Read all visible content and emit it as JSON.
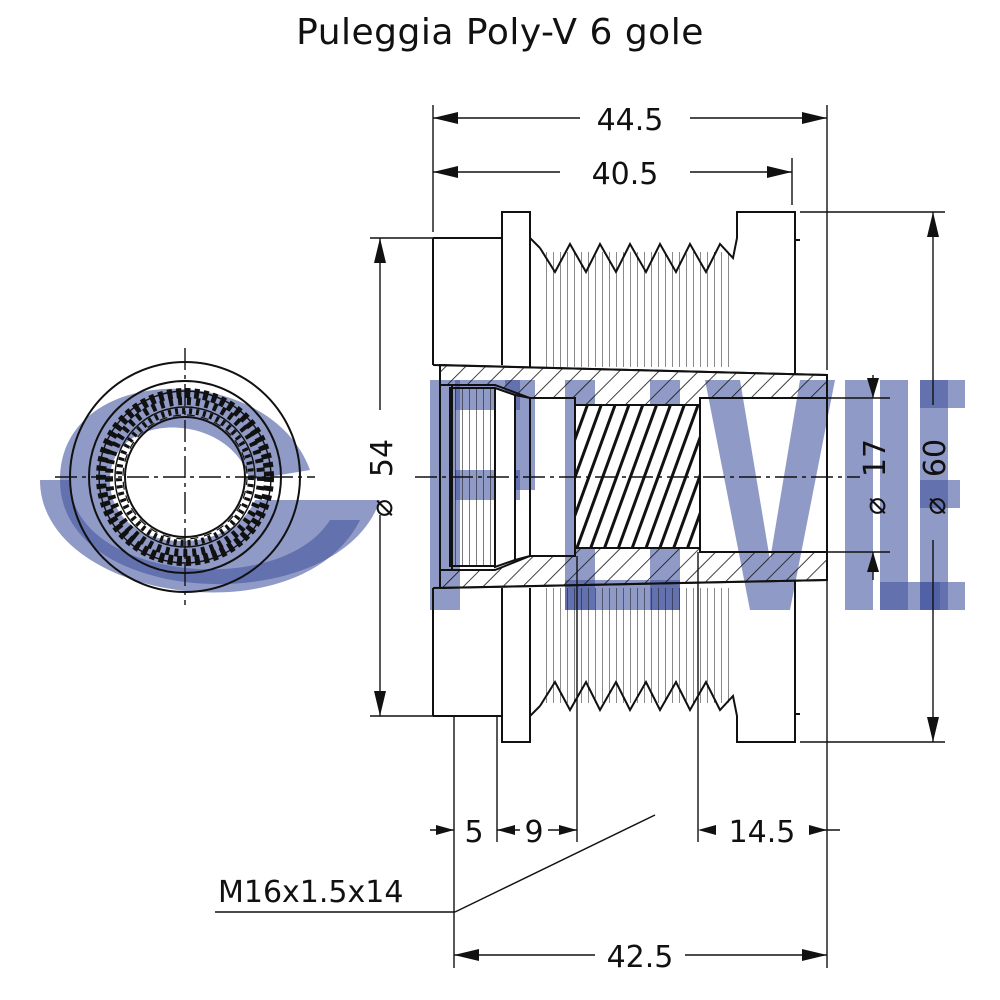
{
  "title": "Puleggia Poly-V 6 gole",
  "watermark": {
    "text": "RUVILLE",
    "color": "#4657a0"
  },
  "dimensions": {
    "overall_length": "44.5",
    "groove_length": "40.5",
    "shaft_length": "42.5",
    "diameter_small": "54",
    "diameter_bore": "17",
    "diameter_outer": "60",
    "offset_1": "5",
    "offset_2": "9",
    "offset_3": "14.5",
    "thread": "M16x1.5x14",
    "diameter_symbol": "⌀"
  }
}
